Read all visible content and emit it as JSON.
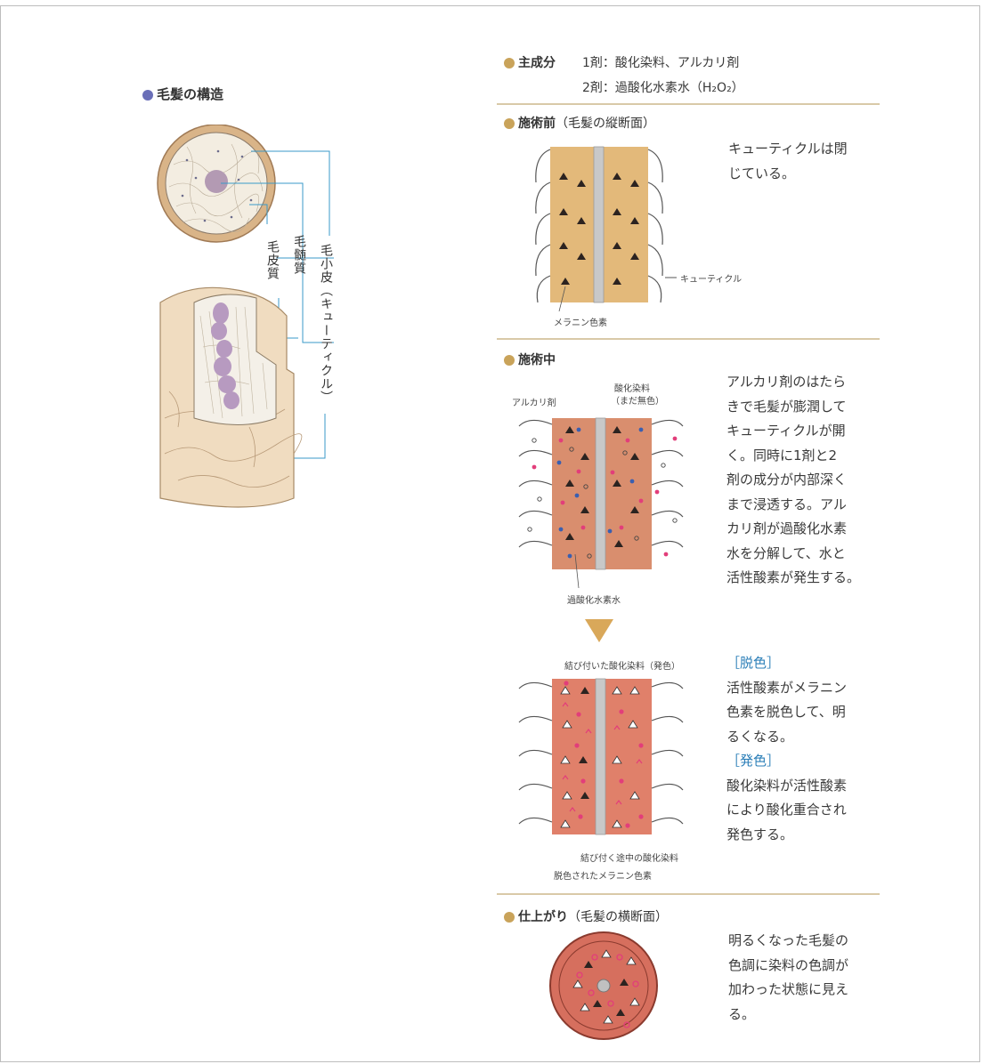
{
  "structure": {
    "title": "毛髪の構造",
    "label_cortex": "毛皮質",
    "label_medulla": "毛髄質",
    "label_cuticle": "毛小皮（キューティクル）"
  },
  "ingredients": {
    "heading": "主成分",
    "line1": "1剤：酸化染料、アルカリ剤",
    "line2": "2剤：過酸化水素水（H₂O₂）"
  },
  "before": {
    "heading": "施術前",
    "heading_sub": "（毛髪の縦断面）",
    "text_lines": [
      "キューティクルは閉",
      "じている。"
    ],
    "label_cuticle": "キューティクル",
    "label_melanin": "メラニン色素"
  },
  "during": {
    "heading": "施術中",
    "label_alkali": "アルカリ剤",
    "label_dye_1": "酸化染料",
    "label_dye_2": "（まだ無色）",
    "label_peroxide": "過酸化水素水",
    "text_lines": [
      "アルカリ剤のはたら",
      "きで毛髪が膨潤して",
      "キューティクルが開",
      "く。同時に1剤と2",
      "剤の成分が内部深く",
      "まで浸透する。アル",
      "カリ剤が過酸化水素",
      "水を分解して、水と",
      "活性酸素が発生する。"
    ],
    "label_bonded": "結び付いた酸化染料（発色）",
    "label_bonding": "結び付く途中の酸化染料",
    "label_decolored": "脱色されたメラニン色素",
    "bleach_head": "［脱色］",
    "bleach_lines": [
      "活性酸素がメラニン",
      "色素を脱色して、明",
      "るくなる。"
    ],
    "color_head": "［発色］",
    "color_lines": [
      "酸化染料が活性酸素",
      "により酸化重合され",
      "発色する。"
    ]
  },
  "finish": {
    "heading": "仕上がり",
    "heading_sub": "（毛髪の横断面）",
    "text_lines": [
      "明るくなった毛髪の",
      "色調に染料の色調が",
      "加わった状態に見え",
      "る。"
    ]
  },
  "colors": {
    "dot_blue": "#6a6fb8",
    "dot_gold": "#c9a35a",
    "hair_before": "#e3b97a",
    "hair_during": "#d98e6e",
    "hair_after": "#e0806a",
    "pink": "#e23e7a",
    "blue": "#3a5fb0",
    "arrow": "#d9a85a",
    "accent_blue": "#2c7fb8"
  }
}
